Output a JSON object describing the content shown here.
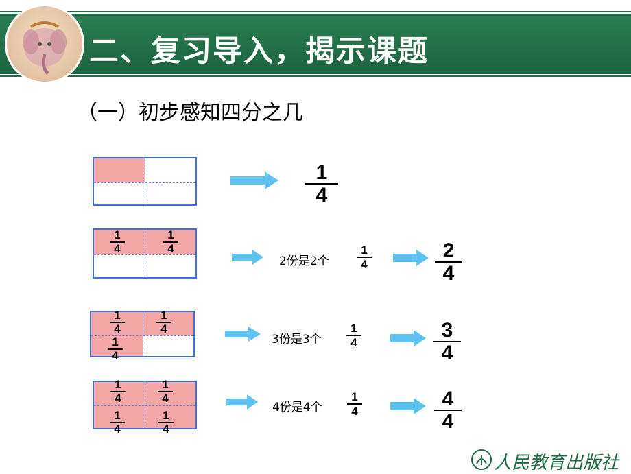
{
  "header": {
    "title": "二、复习导入，揭示课题"
  },
  "subtitle": "（一）初步感知四分之几",
  "unit_fraction": {
    "num": "1",
    "den": "4"
  },
  "rows": [
    {
      "count_label": "",
      "result": {
        "num": "1",
        "den": "4"
      },
      "shaded": 1
    },
    {
      "count_label": "2份是2个",
      "result": {
        "num": "2",
        "den": "4"
      },
      "shaded": 2
    },
    {
      "count_label": "3份是3个",
      "result": {
        "num": "3",
        "den": "4"
      },
      "shaded": 3
    },
    {
      "count_label": "4份是4个",
      "result": {
        "num": "4",
        "den": "4"
      },
      "shaded": 4
    }
  ],
  "colors": {
    "banner_green": "#1f6b45",
    "shade_pink": "#f4a7a7",
    "grid_blue": "#3d6fe0",
    "arrow_blue": "#5ec3f0"
  },
  "icons": {
    "logo": "elephant-logo-icon",
    "arrow": "right-arrow-icon",
    "publisher": "publisher-logo-icon"
  },
  "footer": {
    "publisher": "人民教育出版社"
  }
}
